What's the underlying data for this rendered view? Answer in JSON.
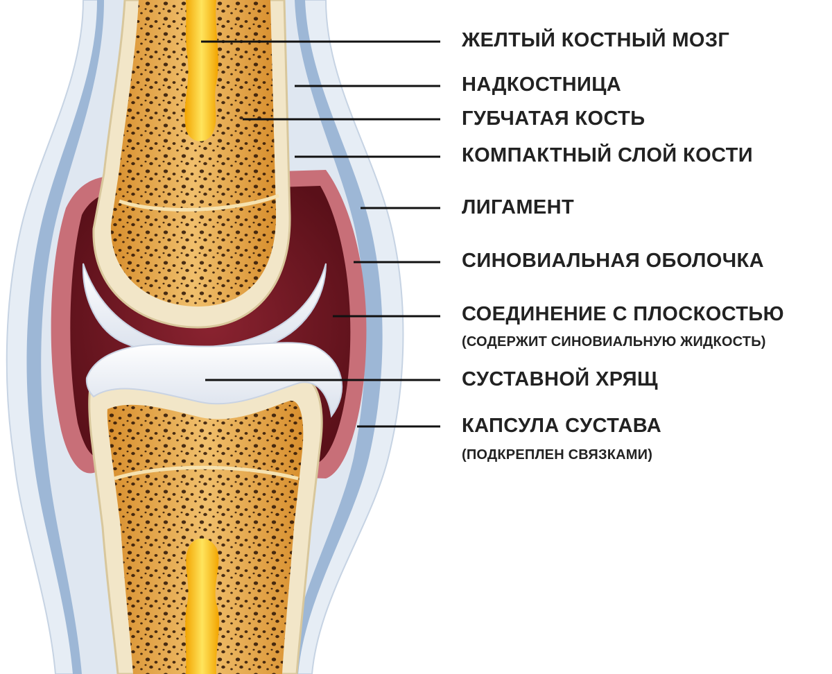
{
  "labels": {
    "yellow_marrow": "ЖЕЛТЫЙ КОСТНЫЙ МОЗГ",
    "periosteum": "НАДКОСТНИЦА",
    "spongy_bone": "ГУБЧАТАЯ КОСТЬ",
    "compact_bone": "КОМПАКТНЫЙ СЛОЙ КОСТИ",
    "ligament": "ЛИГАМЕНТ",
    "synovial_membrane": "СИНОВИАЛЬНАЯ ОБОЛОЧКА",
    "joint_cavity": "СОЕДИНЕНИЕ С ПЛОСКОСТЬЮ",
    "joint_cavity_note": "(СОДЕРЖИТ СИНОВИАЛЬНУЮ ЖИДКОСТЬ)",
    "articular_cartilage": "СУСТАВНОЙ ХРЯЩ",
    "joint_capsule": "КАПСУЛА СУСТАВА",
    "joint_capsule_note": "(ПОДКРЕПЛЕН СВЯЗКАМИ)"
  },
  "colors": {
    "capsule_outer": "#e6edf5",
    "capsule_blue": "#9db7d6",
    "synovial_membrane": "#c86f78",
    "synovial_cavity": "#6e1a25",
    "cartilage": "#eef2f8",
    "compact_bone": "#f2e6c8",
    "spongy_bone": "#e0a34a",
    "marrow": "#f5b800",
    "leader_line": "#111111"
  }
}
